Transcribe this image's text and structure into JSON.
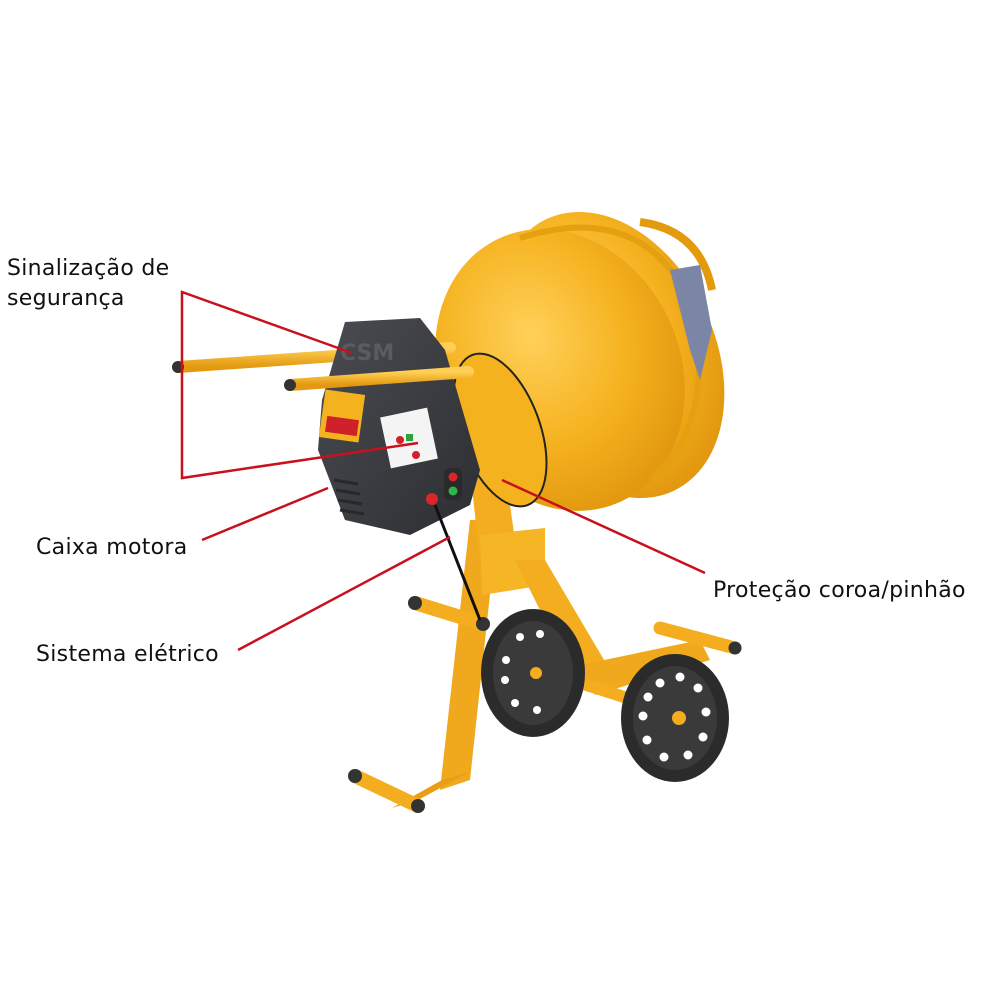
{
  "figure": {
    "subject": "Betoneira (concrete mixer) product illustration",
    "brand_mark": "CSM",
    "colors": {
      "background": "#ffffff",
      "drum_yellow": "#f5b21f",
      "drum_shadow": "#e09a10",
      "frame_yellow": "#f3ad1e",
      "motor_box": "#3a3c40",
      "wheel": "#2b2b2b",
      "callout_line": "#c8101e",
      "logo_panel": "#7b86a6",
      "text": "#111111"
    }
  },
  "callouts": [
    {
      "id": "sinalizacao",
      "lines": [
        "Sinalização de",
        "segurança"
      ]
    },
    {
      "id": "caixa",
      "text": "Caixa motora"
    },
    {
      "id": "sistema",
      "text": "Sistema elétrico"
    },
    {
      "id": "protecao",
      "text": "Proteção coroa/pinhão"
    }
  ]
}
